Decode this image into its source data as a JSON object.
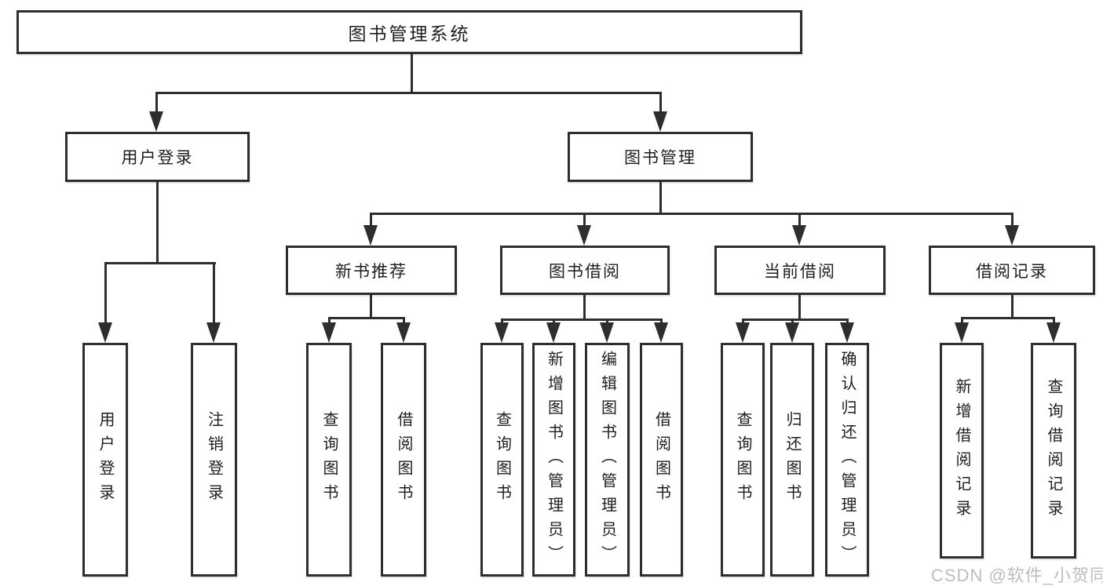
{
  "diagram": {
    "title": "图书管理系统",
    "level2": {
      "user_login": "用户登录",
      "book_management": "图书管理"
    },
    "level3": {
      "new_book_recommend": "新书推荐",
      "book_borrow": "图书借阅",
      "current_borrow": "当前借阅",
      "borrow_records": "借阅记录"
    },
    "leaves": {
      "user_login": "用户登录",
      "logout": "注销登录",
      "recommend_query_books": "查询图书",
      "recommend_borrow_books": "借阅图书",
      "borrow_query_books": "查询图书",
      "borrow_add_books_admin": "新增图书（管理员）",
      "borrow_edit_books_admin": "编辑图书（管理员）",
      "borrow_borrow_books": "借阅图书",
      "current_query_books": "查询图书",
      "current_return_books": "归还图书",
      "current_confirm_return_admin": "确认归还（管理员）",
      "records_add_record": "新增借阅记录",
      "records_query_record": "查询借阅记录"
    },
    "watermark": "CSDN @软件_小贺同学"
  }
}
